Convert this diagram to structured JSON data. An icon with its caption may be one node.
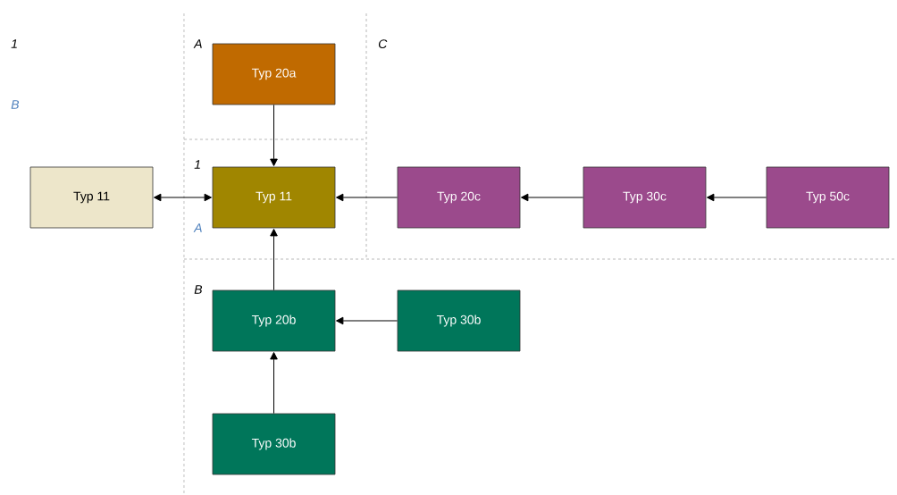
{
  "diagram": {
    "nodes": [
      {
        "text": [
          "Typ 20a"
        ]
      },
      {
        "text": [
          "Typ 11"
        ]
      },
      {
        "text": [
          "Typ 11"
        ]
      },
      {
        "text": [
          "Typ 20c"
        ]
      },
      {
        "text": [
          "Typ 30c"
        ]
      },
      {
        "text": [
          "Typ 50c"
        ]
      },
      {
        "text": [
          "Typ 20b"
        ]
      },
      {
        "text": [
          "Typ 30b"
        ]
      },
      {
        "text": [
          "Typ 30b"
        ]
      }
    ],
    "edges": [
      {
        "from": 0,
        "to": 2,
        "arrow": "to"
      },
      {
        "from": 1,
        "to": 2,
        "arrow": "both"
      },
      {
        "from": 3,
        "to": 2,
        "arrow": "to"
      },
      {
        "from": 4,
        "to": 3,
        "arrow": "to"
      },
      {
        "from": 5,
        "to": 4,
        "arrow": "to"
      },
      {
        "from": 6,
        "to": 2,
        "arrow": "to"
      },
      {
        "from": 7,
        "to": 6,
        "arrow": "to"
      },
      {
        "from": 8,
        "to": 6,
        "arrow": "to"
      }
    ],
    "labels": [
      "1",
      "A",
      "C",
      "B",
      "1",
      "A",
      "B"
    ]
  }
}
